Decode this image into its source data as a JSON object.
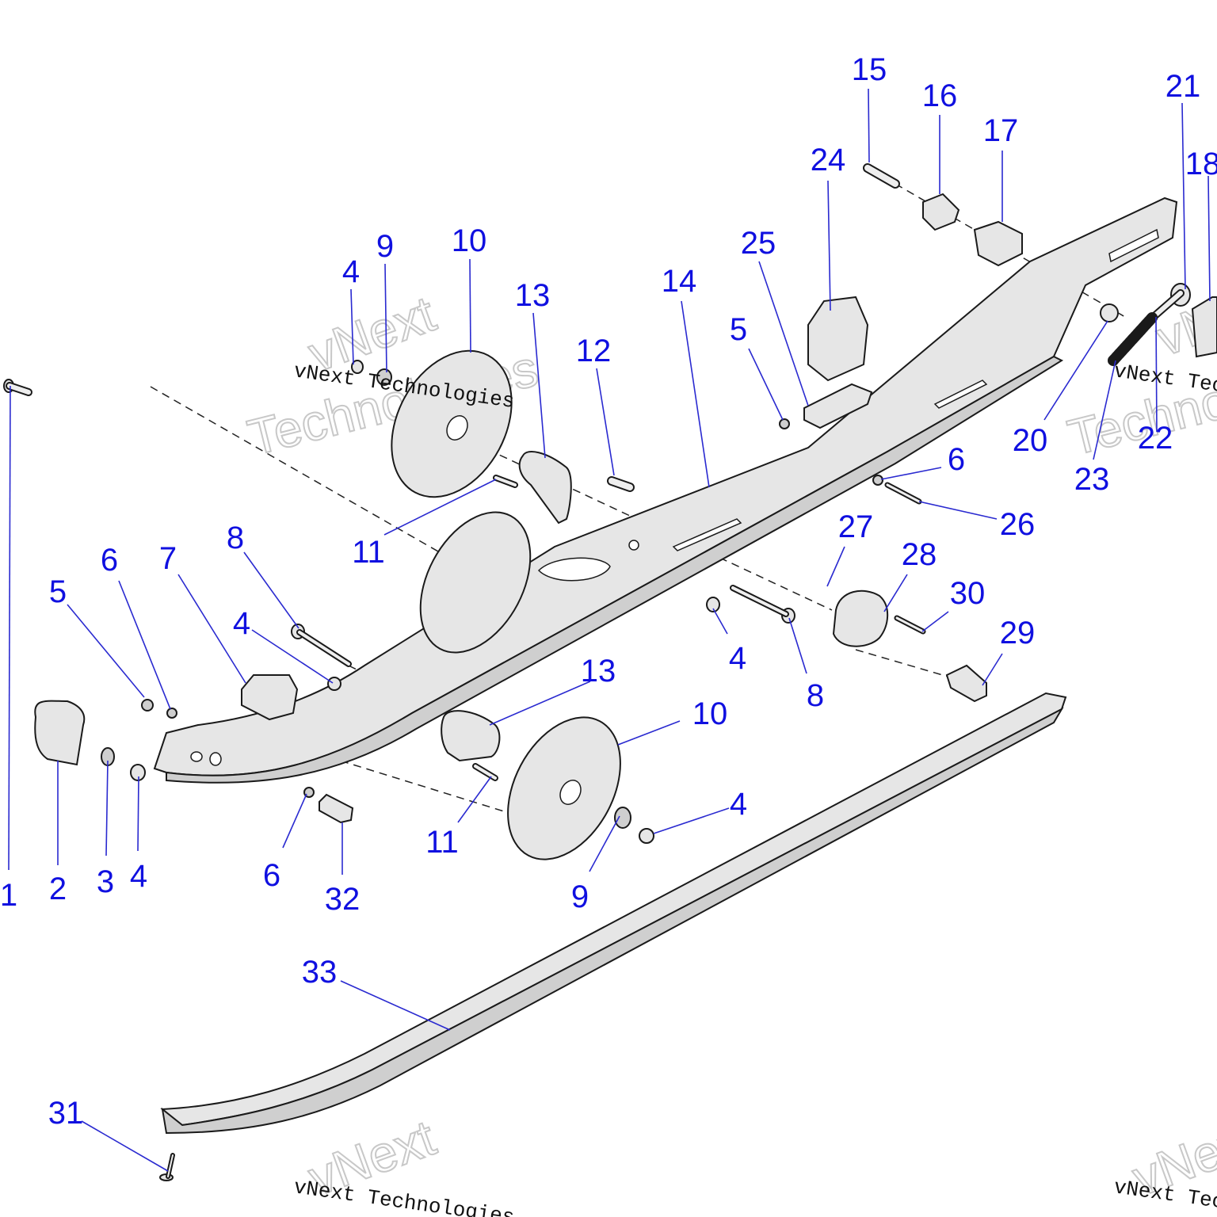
{
  "diagram": {
    "title": "Ski / Rail Suspension Assembly Exploded View",
    "callouts": [
      {
        "id": "c1",
        "label": "1"
      },
      {
        "id": "c2",
        "label": "2"
      },
      {
        "id": "c3",
        "label": "3"
      },
      {
        "id": "c4a",
        "label": "4"
      },
      {
        "id": "c5a",
        "label": "5"
      },
      {
        "id": "c6a",
        "label": "6"
      },
      {
        "id": "c7",
        "label": "7"
      },
      {
        "id": "c8a",
        "label": "8"
      },
      {
        "id": "c4b",
        "label": "4"
      },
      {
        "id": "c6b",
        "label": "6"
      },
      {
        "id": "c32",
        "label": "32"
      },
      {
        "id": "c13b",
        "label": "13"
      },
      {
        "id": "c10b",
        "label": "10"
      },
      {
        "id": "c11b",
        "label": "11"
      },
      {
        "id": "c4c",
        "label": "4"
      },
      {
        "id": "c9b",
        "label": "9"
      },
      {
        "id": "c4d",
        "label": "4"
      },
      {
        "id": "c9a",
        "label": "9"
      },
      {
        "id": "c10a",
        "label": "10"
      },
      {
        "id": "c13a",
        "label": "13"
      },
      {
        "id": "c12",
        "label": "12"
      },
      {
        "id": "c11a",
        "label": "11"
      },
      {
        "id": "c14",
        "label": "14"
      },
      {
        "id": "c25",
        "label": "25"
      },
      {
        "id": "c5b",
        "label": "5"
      },
      {
        "id": "c24",
        "label": "24"
      },
      {
        "id": "c15",
        "label": "15"
      },
      {
        "id": "c16",
        "label": "16"
      },
      {
        "id": "c17",
        "label": "17"
      },
      {
        "id": "c21",
        "label": "21"
      },
      {
        "id": "c18",
        "label": "18"
      },
      {
        "id": "c20",
        "label": "20"
      },
      {
        "id": "c22",
        "label": "22"
      },
      {
        "id": "c23",
        "label": "23"
      },
      {
        "id": "c6c",
        "label": "6"
      },
      {
        "id": "c26",
        "label": "26"
      },
      {
        "id": "c27",
        "label": "27"
      },
      {
        "id": "c28",
        "label": "28"
      },
      {
        "id": "c30",
        "label": "30"
      },
      {
        "id": "c29",
        "label": "29"
      },
      {
        "id": "c4e",
        "label": "4"
      },
      {
        "id": "c8b",
        "label": "8"
      },
      {
        "id": "c33",
        "label": "33"
      },
      {
        "id": "c31",
        "label": "31"
      }
    ],
    "watermark": {
      "serif_text": "vNext Technologies",
      "outline_line1": "vNext",
      "outline_line2": "Technologies"
    }
  },
  "colors": {
    "callout": "#1010e0",
    "leader": "#2a2ad0",
    "part_fill": "#e6e6e6",
    "outline": "#1a1a1a"
  }
}
